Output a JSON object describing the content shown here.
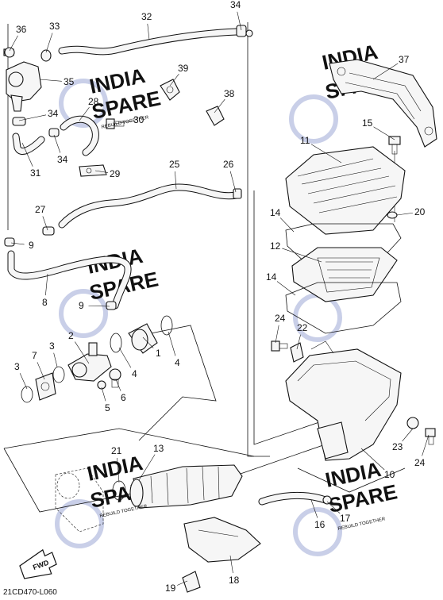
{
  "diagram": {
    "part_numbers": [
      "1",
      "2",
      "3",
      "3",
      "4",
      "4",
      "5",
      "6",
      "7",
      "8",
      "9",
      "9",
      "10",
      "11",
      "12",
      "13",
      "14",
      "14",
      "15",
      "16",
      "17",
      "18",
      "19",
      "20",
      "21",
      "22",
      "23",
      "24",
      "24",
      "25",
      "26",
      "27",
      "28",
      "29",
      "30",
      "31",
      "32",
      "33",
      "34",
      "34",
      "34",
      "35",
      "36",
      "37",
      "38",
      "39"
    ],
    "fig_code": "21CD470-L060",
    "fwd_label": "FWD",
    "watermark": {
      "line1": "INDIA",
      "line2": "SPARE",
      "tagline": "REBUILD TOGETHER",
      "color_orange": "#f7c89b",
      "color_green": "#a8dcc0",
      "color_blue": "#c9cfe8"
    }
  }
}
